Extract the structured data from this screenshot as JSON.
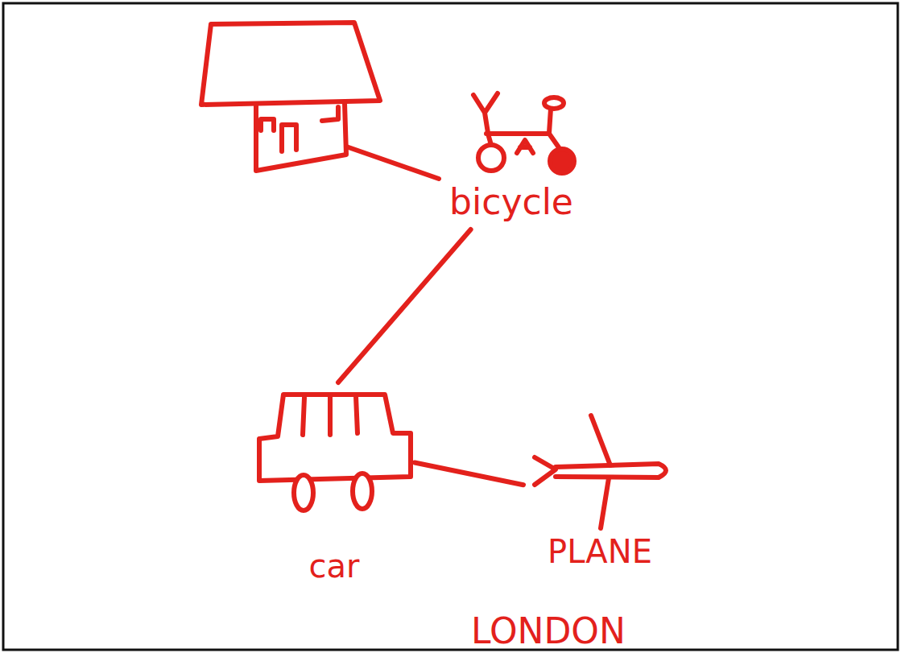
{
  "diagram": {
    "nodes": [
      {
        "text": [
          "bicycle"
        ]
      },
      {
        "text": [
          "car"
        ]
      },
      {
        "text": [
          "PLANE"
        ]
      }
    ],
    "edges": [
      {
        "from": 0,
        "to": 1,
        "arrow": "none"
      },
      {
        "from": 1,
        "to": 2,
        "arrow": "none"
      }
    ],
    "labels": [
      "LONDON"
    ]
  }
}
